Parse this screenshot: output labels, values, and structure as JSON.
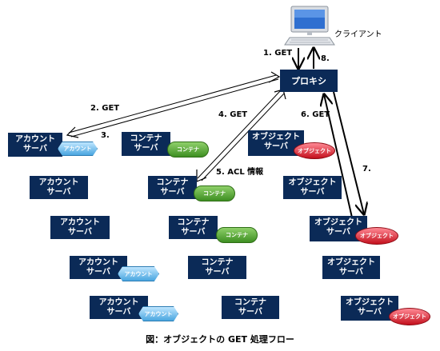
{
  "client": {
    "label": "クライアント"
  },
  "proxy": {
    "label": "プロキシ"
  },
  "steps": {
    "s1": "1. GET",
    "s2": "2. GET",
    "s3": "3.",
    "s4": "4. GET",
    "s5": "5. ACL 情報",
    "s6": "6. GET",
    "s7": "7.",
    "s8": "8."
  },
  "account_servers": [
    {
      "line1": "アカウント",
      "line2": "サーバ",
      "badge": "アカウント"
    },
    {
      "line1": "アカウント",
      "line2": "サーバ"
    },
    {
      "line1": "アカウント",
      "line2": "サーバ"
    },
    {
      "line1": "アカウント",
      "line2": "サーバ",
      "badge": "アカウント"
    },
    {
      "line1": "アカウント",
      "line2": "サーバ",
      "badge": "アカウント"
    }
  ],
  "container_servers": [
    {
      "line1": "コンテナ",
      "line2": "サーバ",
      "badge": "コンテナ"
    },
    {
      "line1": "コンテナ",
      "line2": "サーバ",
      "badge": "コンテナ"
    },
    {
      "line1": "コンテナ",
      "line2": "サーバ",
      "badge": "コンテナ"
    },
    {
      "line1": "コンテナ",
      "line2": "サーバ"
    },
    {
      "line1": "コンテナ",
      "line2": "サーバ"
    }
  ],
  "object_servers": [
    {
      "line1": "オブジェクト",
      "line2": "サーバ",
      "badge": "オブジェクト"
    },
    {
      "line1": "オブジェクト",
      "line2": "サーバ"
    },
    {
      "line1": "オブジェクト",
      "line2": "サーバ",
      "badge": "オブジェクト"
    },
    {
      "line1": "オブジェクト",
      "line2": "サーバ"
    },
    {
      "line1": "オブジェクト",
      "line2": "サーバ",
      "badge": "オブジェクト"
    }
  ],
  "caption": "図：オブジェクトの GET 処理フロー",
  "colors": {
    "server_box": "#0b2a57",
    "account_badge": "#4aa6e0",
    "container_badge": "#3e8f22",
    "object_badge": "#c4101d"
  }
}
